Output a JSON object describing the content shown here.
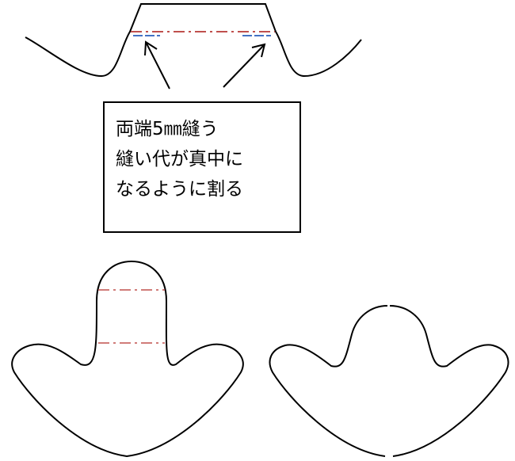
{
  "note": {
    "lines": [
      "両端5㎜縫う",
      "縫い代が真中に",
      "なるように割る"
    ]
  },
  "colors": {
    "outline": "#000000",
    "seam_line": "#c0504d",
    "inner_line": "#4472c4"
  },
  "parts": {
    "top": "sewn-seam-closeup",
    "bottom_left": "cut-pattern-piece-with-fold-lines",
    "bottom_right": "finished-piece-after-sewing"
  }
}
